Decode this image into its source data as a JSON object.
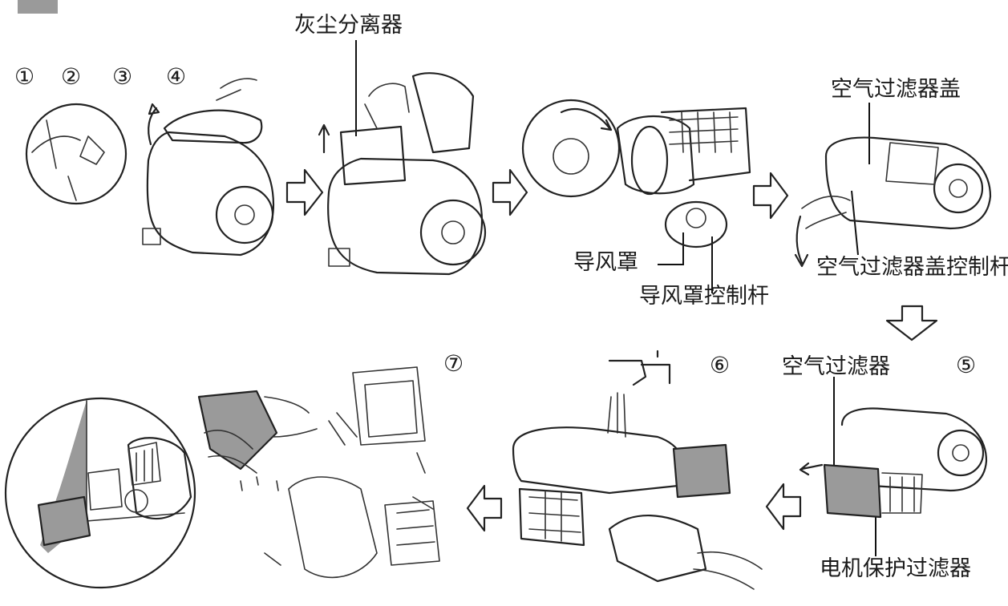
{
  "steps": [
    "①",
    "②",
    "③",
    "④",
    "⑤",
    "⑥",
    "⑦"
  ],
  "labels": {
    "dust_separator": "灰尘分离器",
    "air_filter_cover": "空气过滤器盖",
    "air_guide_cover": "导风罩",
    "air_guide_lever": "导风罩控制杆",
    "air_filter_cover_lever": "空气过滤器盖控制杆",
    "air_filter": "空气过滤器",
    "motor_filter": "电机保护过滤器"
  },
  "colors": {
    "ink": "#1a1a1a",
    "shade": "#9a9a9a",
    "paper": "#ffffff"
  }
}
